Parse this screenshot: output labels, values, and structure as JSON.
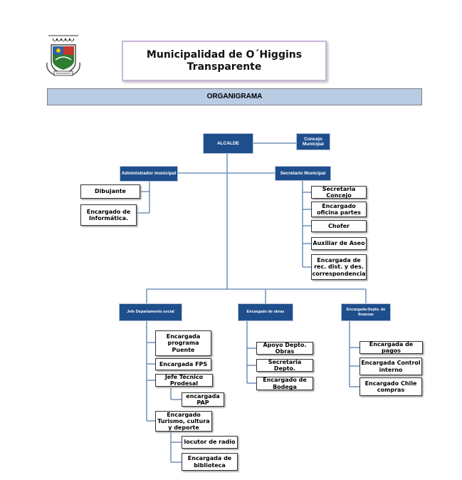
{
  "header": {
    "title_line1": "Municipalidad de O´Higgins",
    "title_line2": "Transparente",
    "banner": "ORGANIGRAMA"
  },
  "colors": {
    "unit": "#1f4e8c",
    "banner": "#b9cce4",
    "title_border": "#c9b6da",
    "connector": "#5b7fae"
  },
  "org": {
    "alcalde": "ALCALDE",
    "concejo": "Concejo Municipal",
    "administrador": "Administrador municipal",
    "admin_staff": [
      "Dibujante",
      "Encargado de Informática."
    ],
    "secretario": "Secretario Municipal",
    "secretario_staff": [
      "Secretaria Concejo",
      "Encargado oficina partes",
      "Chofer",
      "Auxiliar de Aseo",
      "Encargada de rec. dist. y des. correspondencia"
    ],
    "social": "Jefe Departamento social",
    "social_staff": [
      "Encargada programa Puente",
      "Encargada FPS",
      "Jefe Técnico Prodesal",
      "encargada PAP",
      "Encargado Turismo, cultura y deporte",
      "locutor de radio",
      "Encargada de biblioteca"
    ],
    "obras": "Encargado de obras",
    "obras_staff": [
      "Apoyo Depto. Obras",
      "Secretaria Depto.",
      "Encargado de Bodega"
    ],
    "finanzas": "Encargada Depto. de finanzas",
    "finanzas_staff": [
      "Encargada de pagos",
      "Encargada Control interno",
      "Encargado Chile compras"
    ]
  }
}
